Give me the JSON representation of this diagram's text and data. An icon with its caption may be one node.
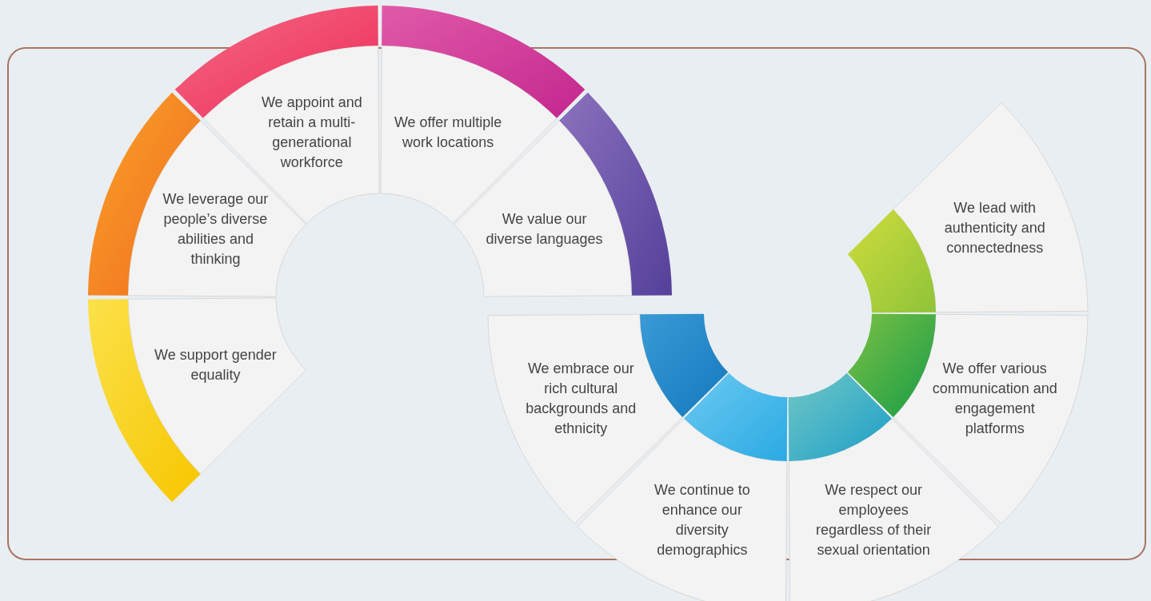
{
  "diagram": {
    "nodes": [
      {
        "text": [
          "We support gender equality"
        ]
      },
      {
        "text": [
          "We leverage our people’s diverse abilities and thinking"
        ]
      },
      {
        "text": [
          "We appoint and retain a multi-generational workforce"
        ]
      },
      {
        "text": [
          "We offer multiple work locations"
        ]
      },
      {
        "text": [
          "We value our diverse languages"
        ]
      },
      {
        "text": [
          "We embrace our rich cultural backgrounds and ethnicity"
        ]
      },
      {
        "text": [
          "We continue to enhance our diversity demographics"
        ]
      },
      {
        "text": [
          "We respect our employees regardless of their sexual orientation"
        ]
      },
      {
        "text": [
          "We offer various communication and engagement platforms"
        ]
      },
      {
        "text": [
          "We lead with authenticity and connectedness"
        ]
      }
    ]
  }
}
